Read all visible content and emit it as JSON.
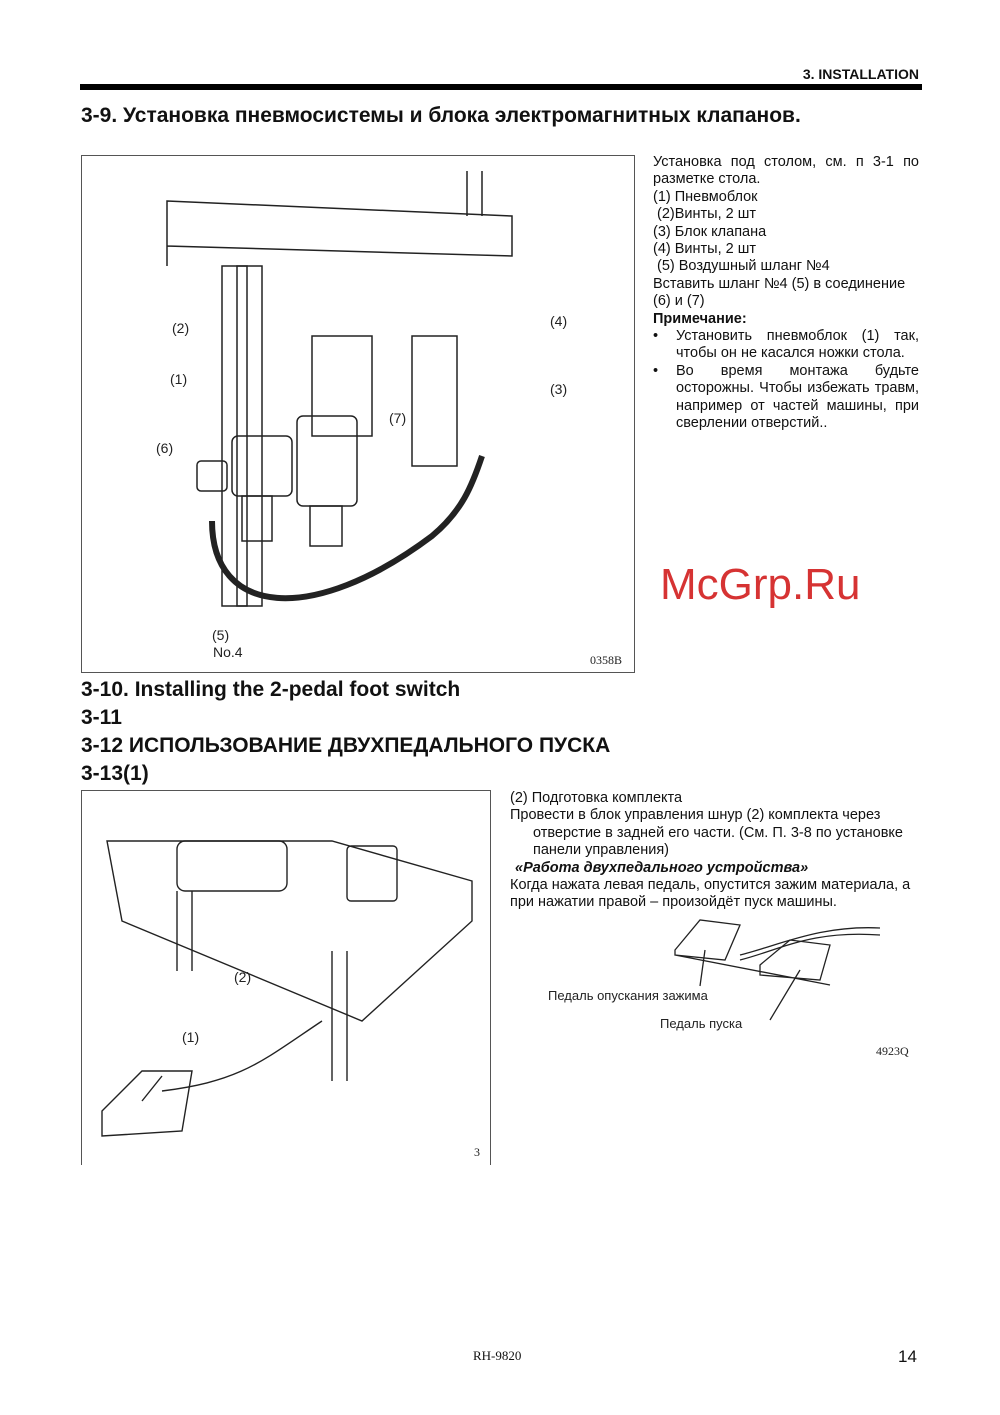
{
  "header": {
    "section": "3. INSTALLATION"
  },
  "title": "3-9. Установка пневмосистемы и блока электромагнитных клапанов.",
  "figure1": {
    "labels": [
      "(1)",
      "(2)",
      "(3)",
      "(4)",
      "(5)",
      "(6)",
      "(7)"
    ],
    "hose_label": "No.4",
    "code": "0358B"
  },
  "text1": {
    "lines": [
      "Установка под столом, см. п 3-1 по разметке стола.",
      "(1) Пневмоблок",
      "(2)Винты, 2 шт",
      "(3) Блок клапана",
      "(4) Винты, 2 шт",
      "(5) Воздушный шланг №4",
      "Вставить шланг №4 (5) в соединение (6) и (7)"
    ],
    "note_title": "Примечание:",
    "bullets": [
      "Установить пневмоблок (1) так, чтобы он не касался ножки стола.",
      "Во время монтажа будьте осторожны. Чтобы избежать травм, например от частей машины, при сверлении отверстий.."
    ]
  },
  "sections": {
    "s310": "3-10. Installing the 2-pedal foot switch",
    "s311": "3-11",
    "s312": "3-12  ИСПОЛЬЗОВАНИЕ ДВУХПЕДАЛЬНОГО ПУСКА",
    "s313": "3-13(1)"
  },
  "watermark": "McGrp.Ru",
  "figure2": {
    "labels": [
      "(1)",
      "(2)"
    ],
    "code": "3"
  },
  "text2": {
    "heading": "(2) Подготовка комплекта",
    "para": "Провести в блок управления шнур (2) комплекта через",
    "para_cont": "отверстие в задней его части. (См. П. 3-8 по установке панели управления)",
    "subtitle": "«Работа двухпедального устройства»",
    "para2": "Когда нажата левая педаль, опустится зажим материала, а при нажатии правой – произойдёт пуск машины."
  },
  "figure3": {
    "label_left": "Педаль опускания зажима",
    "label_right": "Педаль пуска",
    "code": "4923Q"
  },
  "footer": {
    "model": "RH-9820",
    "page": "14"
  }
}
